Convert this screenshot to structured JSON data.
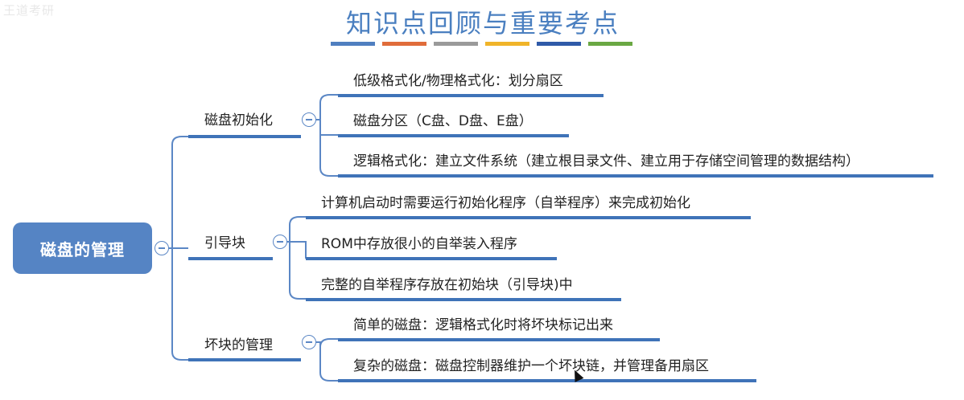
{
  "watermark": "王道考研",
  "title": "知识点回顾与重要考点",
  "title_bar_colors": [
    "#4f7fc0",
    "#e06c3a",
    "#9a9a9a",
    "#f0b429",
    "#2f5aa8",
    "#6aa843"
  ],
  "line_color": "#5b87c5",
  "underline_color": "#3f73b8",
  "root": {
    "label": "磁盘的管理",
    "color": "#5584c4"
  },
  "branches": [
    {
      "label": "磁盘初始化",
      "children": [
        "低级格式化/物理格式化：划分扇区",
        "磁盘分区（C盘、D盘、E盘）",
        "逻辑格式化：建立文件系统（建立根目录文件、建立用于存储空间管理的数据结构）"
      ]
    },
    {
      "label": "引导块",
      "children": [
        "计算机启动时需要运行初始化程序（自举程序）来完成初始化",
        "ROM中存放很小的自举装入程序",
        "完整的自举程序存放在初始块（引导块)中"
      ]
    },
    {
      "label": "坏块的管理",
      "children": [
        "简单的磁盘：逻辑格式化时将坏块标记出来",
        "复杂的磁盘：磁盘控制器维护一个坏块链，并管理备用扇区"
      ]
    }
  ]
}
